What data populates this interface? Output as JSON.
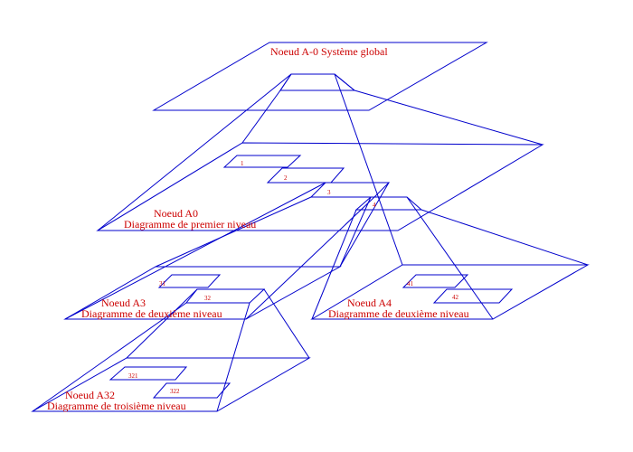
{
  "colors": {
    "lines": "#0000cc",
    "text": "#cc0000",
    "background": "#ffffff"
  },
  "nodes": {
    "a0_top": {
      "title": "Noeud A-0 Système global"
    },
    "a0": {
      "title": "Noeud A0",
      "subtitle": "Diagramme de premier niveau"
    },
    "a3": {
      "title": "Noeud A3",
      "subtitle": "Diagramme de deuxième niveau"
    },
    "a4": {
      "title": "Noeud A4",
      "subtitle": "Diagramme de deuxième niveau"
    },
    "a32": {
      "title": "Noeud A32",
      "subtitle": "Diagramme de troisième niveau"
    }
  },
  "boxes": {
    "b1": "1",
    "b2": "2",
    "b3": "3",
    "b4": "4",
    "b31": "31",
    "b32": "32",
    "b41": "41",
    "b42": "42",
    "b321": "321",
    "b322": "322"
  }
}
